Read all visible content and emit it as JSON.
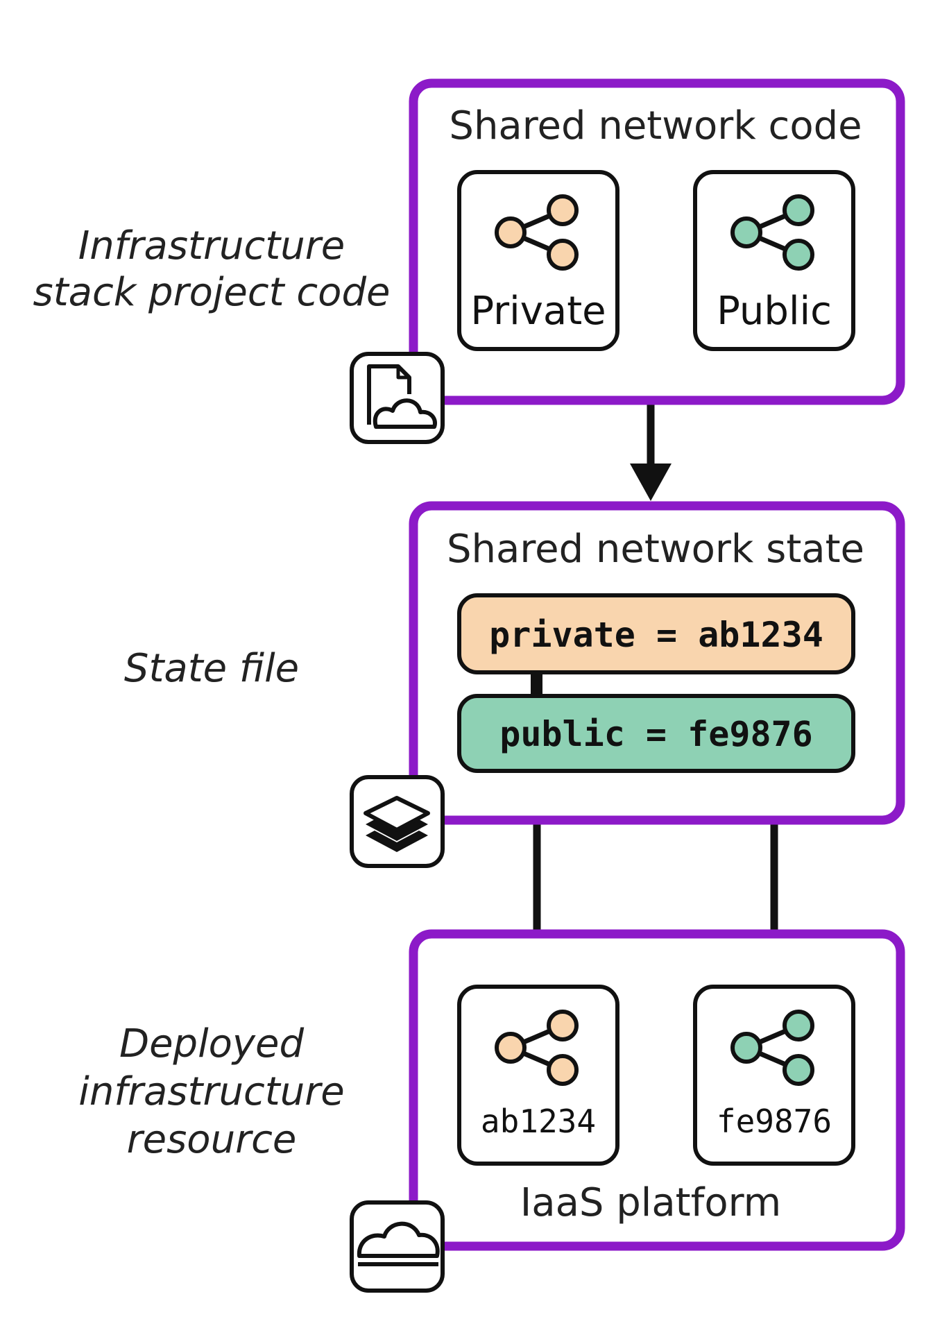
{
  "labels": {
    "code_line1": "Infrastructure",
    "code_line2": "stack project code",
    "state": "State file",
    "deployed_line1": "Deployed",
    "deployed_line2": "infrastructure",
    "deployed_line3": "resource"
  },
  "code_box": {
    "title": "Shared network code",
    "private_label": "Private",
    "public_label": "Public"
  },
  "state_box": {
    "title": "Shared network state",
    "private_line": "private = ab1234",
    "public_line": "public = fe9876"
  },
  "platform_box": {
    "title": "IaaS platform",
    "private_id": "ab1234",
    "public_id": "fe9876"
  },
  "icons": {
    "code": "document-cloud-icon",
    "state": "layers-icon",
    "platform": "cloud-icon",
    "network": "share-network-icon"
  },
  "colors": {
    "frame": "#8C1AC8",
    "private": "#F9D5AE",
    "public": "#8ED1B4",
    "stroke": "#111111"
  }
}
